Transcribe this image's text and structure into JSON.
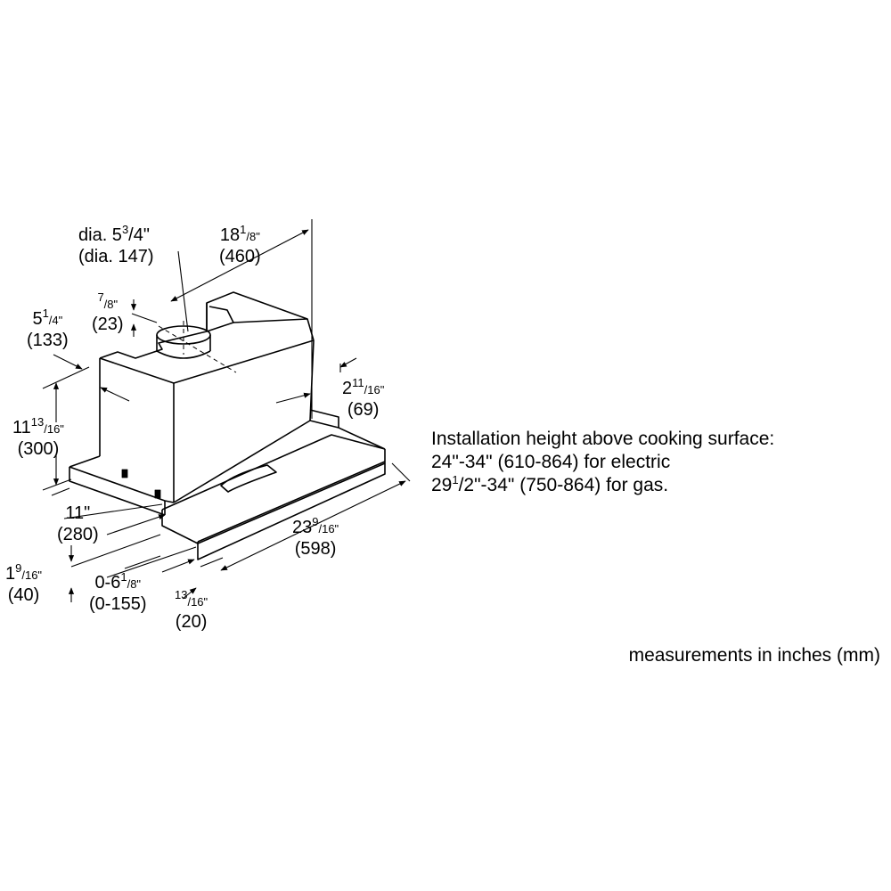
{
  "dimensions": {
    "duct_diameter": {
      "line1": "dia. 5",
      "sup": "3",
      "frac": "/4\"",
      "mm": "(dia. 147)"
    },
    "depth_top": {
      "whole": "18",
      "sup": "1",
      "frac": "/8\"",
      "mm": "(460)"
    },
    "collar_height": {
      "sup": "7",
      "frac": "/8\"",
      "mm": "(23)"
    },
    "duct_offset": {
      "whole": "5",
      "sup": "1",
      "frac": "/4\"",
      "mm": "(133)"
    },
    "rear_offset": {
      "whole": "2",
      "sup": "11",
      "frac": "/16\"",
      "mm": "(69)"
    },
    "hood_height": {
      "whole": "11",
      "sup": "13",
      "frac": "/16\"",
      "mm": "(300)"
    },
    "body_depth": {
      "inch": "11\"",
      "mm": "(280)"
    },
    "base_height": {
      "whole": "1",
      "sup": "9",
      "frac": "/16\"",
      "mm": "(40)"
    },
    "extension": {
      "whole": "0-6",
      "sup": "1",
      "frac": "/8\"",
      "mm": "(0-155)"
    },
    "front_lip": {
      "sup": "13",
      "frac": "/16\"",
      "mm": "(20)"
    },
    "width": {
      "whole": "23",
      "sup": "9",
      "frac": "/16\"",
      "mm": "(598)"
    }
  },
  "installation_note": {
    "line1": "Installation height above cooking surface:",
    "line2": "24\"-34\" (610-864) for electric",
    "line3_whole": "29",
    "line3_sup": "1",
    "line3_frac": "/2\"-34\" (750-864) for gas."
  },
  "units_note": "measurements in inches (mm)"
}
